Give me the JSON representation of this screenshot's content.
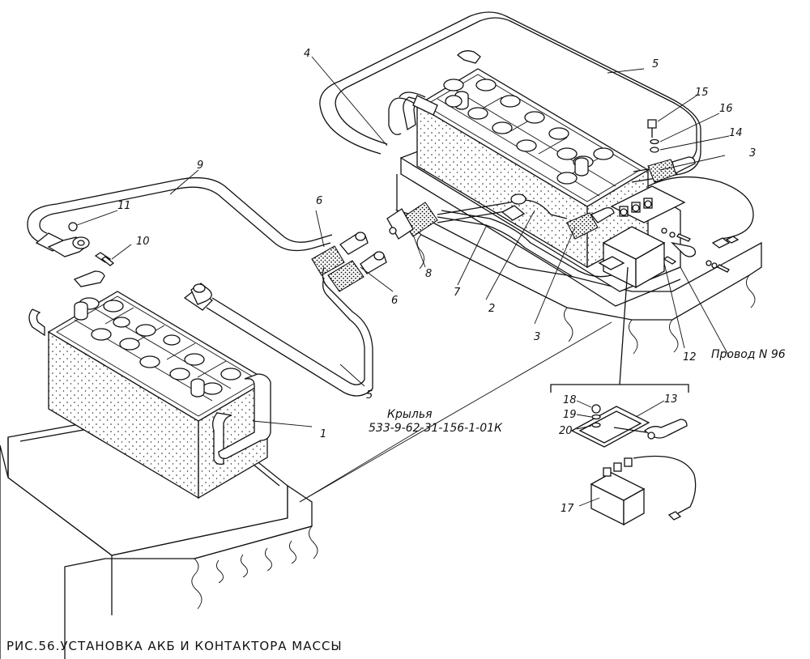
{
  "callouts": {
    "c1": "1",
    "c2": "2",
    "c3a": "3",
    "c3b": "3",
    "c4": "4",
    "c5a": "5",
    "c5b": "5",
    "c6a": "6",
    "c6b": "6",
    "c7": "7",
    "c8": "8",
    "c9": "9",
    "c10": "10",
    "c11": "11",
    "c12": "12",
    "c13": "13",
    "c14": "14",
    "c15": "15",
    "c16": "16",
    "c17": "17",
    "c18": "18",
    "c19": "19",
    "c20": "20"
  },
  "annotations": {
    "wire_label": "Провод N 96",
    "fender_label_line1": "Крылья",
    "fender_label_line2": "533-9-62-31-156-1-01К"
  },
  "caption": "РИС.56.УСТАНОВКА АКБ И КОНТАКТОРА МАССЫ"
}
